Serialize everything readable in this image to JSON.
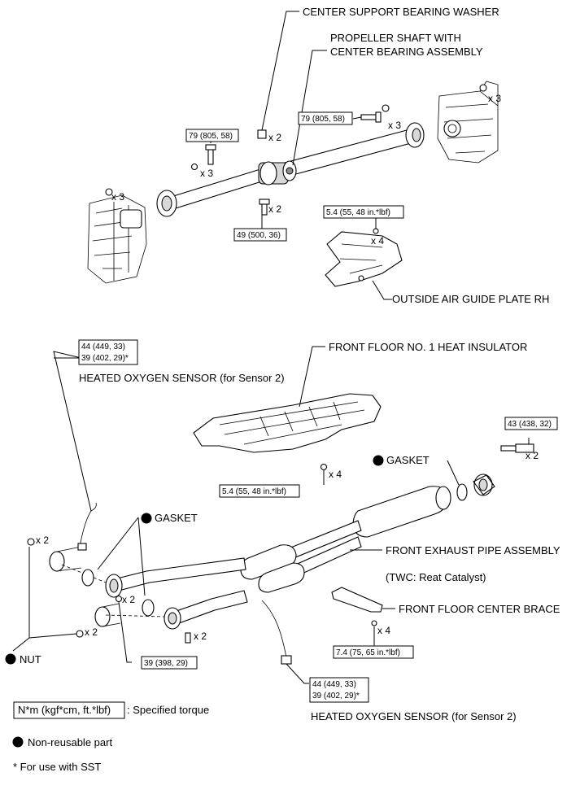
{
  "labels": {
    "center_support_bearing_washer": "CENTER SUPPORT BEARING WASHER",
    "propeller_line1": "PROPELLER SHAFT WITH",
    "propeller_line2": "CENTER BEARING ASSEMBLY",
    "outside_air_guide_plate": "OUTSIDE AIR GUIDE PLATE RH",
    "front_floor_heat_insulator": "FRONT FLOOR NO. 1 HEAT INSULATOR",
    "heated_oxygen_sensor_top": "HEATED OXYGEN SENSOR (for Sensor 2)",
    "gasket_right": "GASKET",
    "gasket_left": "GASKET",
    "front_exhaust_pipe": "FRONT EXHAUST PIPE ASSEMBLY",
    "twc_note": "(TWC: Reat Catalyst)",
    "front_floor_center_brace": "FRONT FLOOR CENTER BRACE",
    "nut": "NUT",
    "heated_oxygen_sensor_bottom": "HEATED OXYGEN SENSOR (for Sensor 2)"
  },
  "quantities": {
    "washer": "x 2",
    "rear_nut": "x 3",
    "mid_bolt": "x 3",
    "left_bolt": "x 3",
    "left_nut": "x 3",
    "bearing_bolt": "x 2",
    "guide_plate": "x 4",
    "insulator": "x 4",
    "rear_stud": "x 2",
    "nut_top": "x 2",
    "nut_bottom": "x 2",
    "gasket_mid": "x 2",
    "bolt_39": "x 2",
    "brace": "x 4"
  },
  "torques": {
    "t_79_left": "79 (805, 58)",
    "t_79_right": "79 (805, 58)",
    "t_49": "49 (500, 36)",
    "t_54_guide": "5.4 (55, 48 in.*lbf)",
    "t_54_insulator": "5.4 (55, 48 in.*lbf)",
    "t_43": "43 (438, 32)",
    "t_44_top_line1": "44 (449, 33)",
    "t_44_top_line2": "39 (402, 29)*",
    "t_39": "39 (398, 29)",
    "t_74": "7.4 (75, 65 in.*lbf)",
    "t_44_bot_line1": "44 (449, 33)",
    "t_44_bot_line2": "39 (402, 29)*"
  },
  "legend": {
    "torque_box": "N*m (kgf*cm, ft.*lbf)",
    "torque_desc": ": Specified torque",
    "non_reusable": "Non-reusable part",
    "sst_note": "* For use with SST"
  }
}
